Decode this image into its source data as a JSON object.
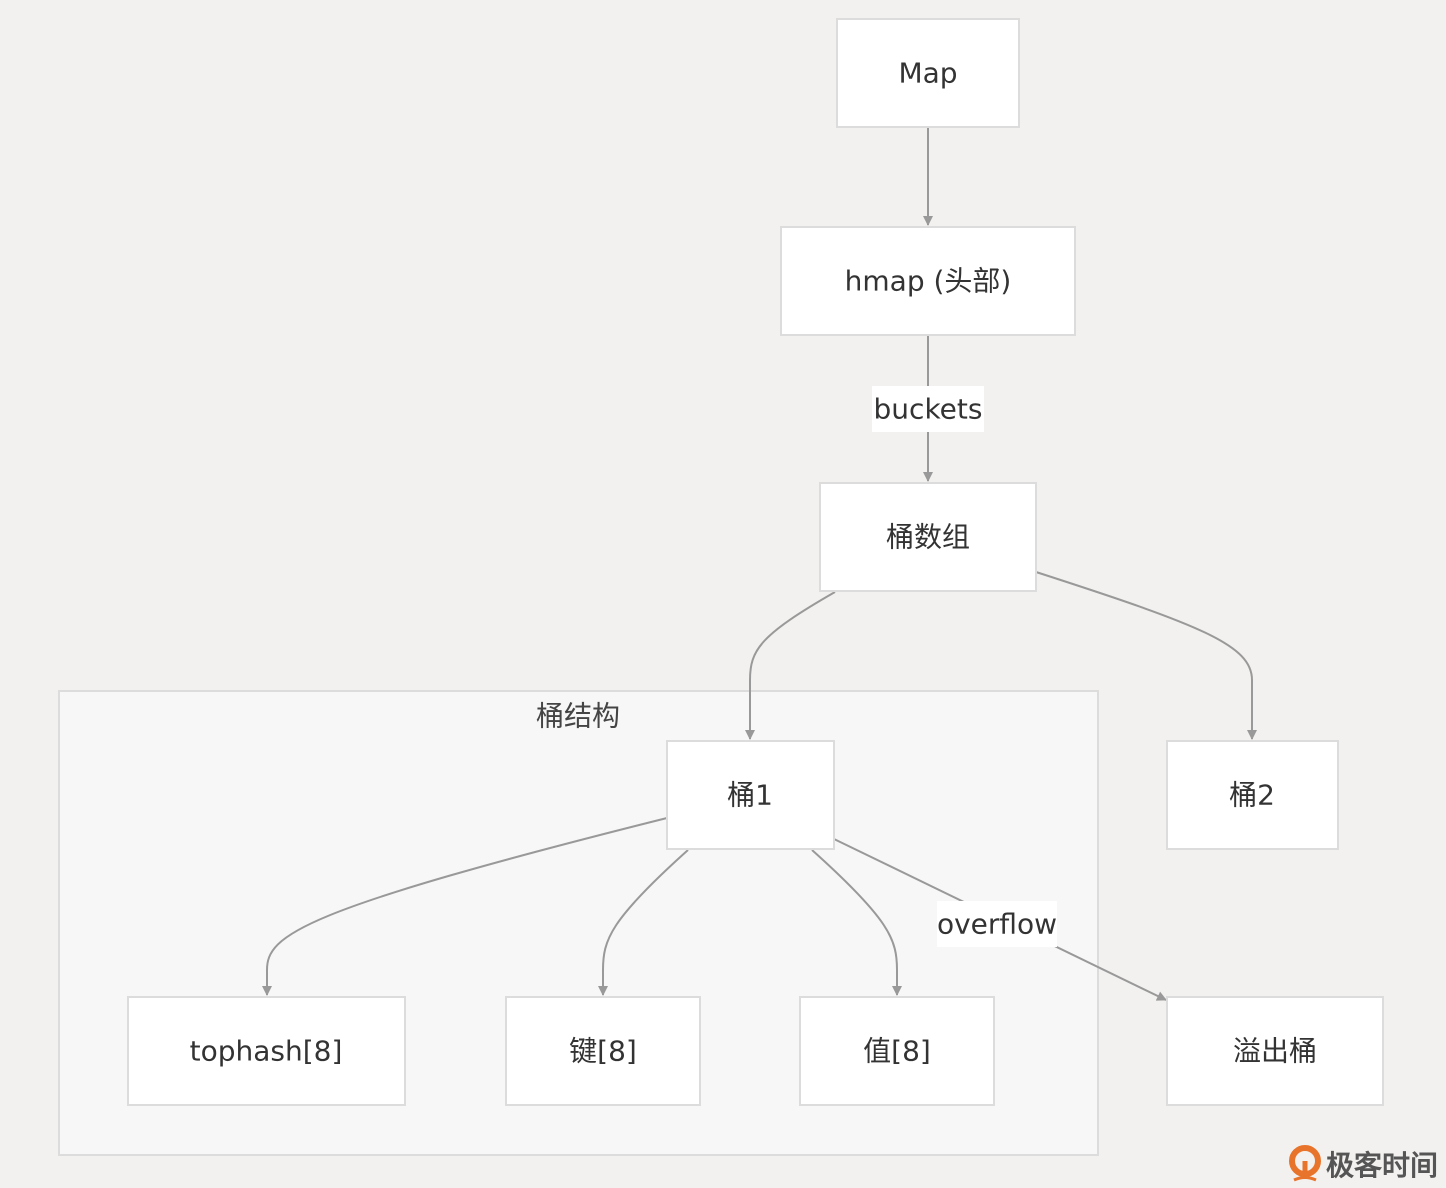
{
  "diagram": {
    "cluster": {
      "title": "桶结构"
    },
    "nodes": {
      "map": "Map",
      "hmap": "hmap (头部)",
      "bucket_array": "桶数组",
      "bucket1": "桶1",
      "bucket2": "桶2",
      "tophash": "tophash[8]",
      "keys": "键[8]",
      "values": "值[8]",
      "overflow_bucket": "溢出桶"
    },
    "edge_labels": {
      "buckets": "buckets",
      "overflow": "overflow"
    },
    "edges": [
      [
        "map",
        "hmap"
      ],
      [
        "hmap",
        "bucket_array",
        "buckets"
      ],
      [
        "bucket_array",
        "bucket1"
      ],
      [
        "bucket_array",
        "bucket2"
      ],
      [
        "bucket1",
        "tophash"
      ],
      [
        "bucket1",
        "keys"
      ],
      [
        "bucket1",
        "values"
      ],
      [
        "bucket1",
        "overflow_bucket",
        "overflow"
      ]
    ]
  },
  "watermark": {
    "text": "极客时间",
    "color": "#e8742b"
  }
}
